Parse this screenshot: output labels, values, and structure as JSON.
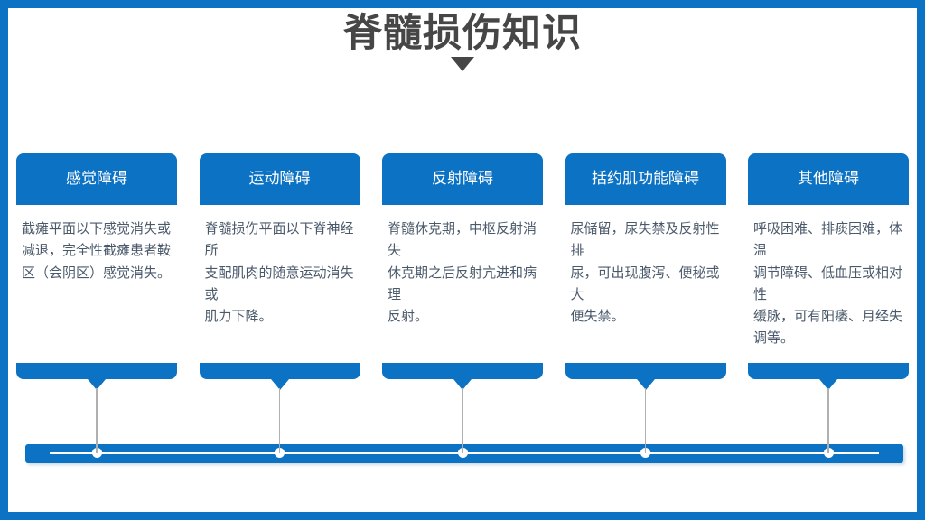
{
  "slide": {
    "title": "脊髓损伤知识",
    "frame_color": "#0b72c4",
    "title_color": "#464646",
    "body_text_color": "#4b5a6b"
  },
  "cards": [
    {
      "heading": "感觉障碍",
      "lines": [
        "截瘫平面以下感觉消失或减退，完全性截瘫患者鞍区（会阴区）感觉消失。"
      ]
    },
    {
      "heading": "运动障碍",
      "lines": [
        "脊髓损伤平面以下脊神经所",
        "支配肌肉的随意运动消失或",
        "肌力下降。"
      ]
    },
    {
      "heading": "反射障碍",
      "lines": [
        "脊髓休克期，中枢反射消失",
        "休克期之后反射亢进和病理",
        "反射。"
      ]
    },
    {
      "heading": "括约肌功能障碍",
      "lines": [
        "尿储留，尿失禁及反射性排",
        "尿，可出现腹泻、便秘或大",
        "便失禁。"
      ]
    },
    {
      "heading": "其他障碍",
      "lines": [
        "呼吸困难、排痰困难，体温",
        "调节障碍、低血压或相对性",
        "缓脉，可有阳痿、月经失调等。"
      ]
    }
  ],
  "timeline": {
    "bar_color": "#0b72c4",
    "node_count": 5
  }
}
